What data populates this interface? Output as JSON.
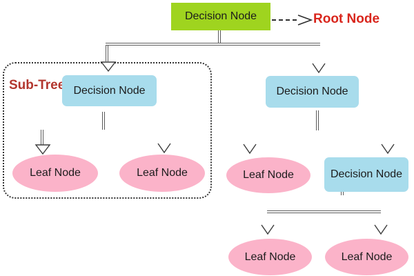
{
  "diagram": {
    "root": {
      "label": "Decision Node"
    },
    "root_annotation": {
      "label": "Root Node"
    },
    "subtree": {
      "label": "Sub-Tree",
      "decision": {
        "label": "Decision Node"
      },
      "leaves": [
        {
          "label": "Leaf Node"
        },
        {
          "label": "Leaf Node"
        }
      ]
    },
    "right_branch": {
      "decision": {
        "label": "Decision Node"
      },
      "leaf": {
        "label": "Leaf Node"
      },
      "sub_decision": {
        "label": "Decision Node"
      },
      "leaves": [
        {
          "label": "Leaf Node"
        },
        {
          "label": "Leaf Node"
        }
      ]
    },
    "colors": {
      "root_node_bg": "#9fd41f",
      "decision_node_bg": "#a8dcec",
      "leaf_node_bg": "#fbb3c9",
      "root_annotation_text": "#d9261d",
      "subtree_label_text": "#b2362e",
      "connector_line": "#5a5a5a",
      "node_text": "#1c1c1c"
    }
  }
}
